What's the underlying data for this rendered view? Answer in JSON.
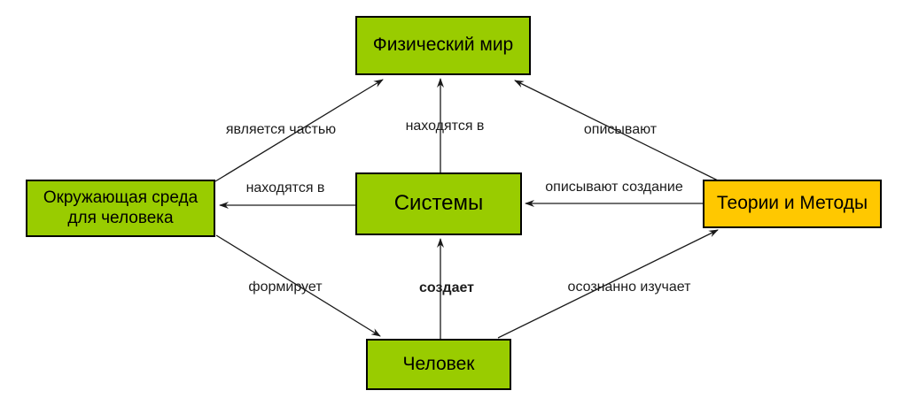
{
  "diagram": {
    "title": "Concept map: systems, physical world, environment, human, theories",
    "colors": {
      "node_green": "#99CC00",
      "node_orange": "#FFC800",
      "border": "#000000",
      "arrow": "#1a1a1a",
      "background": "#FFFFFF"
    },
    "nodes": [
      {
        "id": "physical-world",
        "label": "Физический мир",
        "fill": "node_green"
      },
      {
        "id": "environment",
        "label": "Окружающая среда для человека",
        "fill": "node_green"
      },
      {
        "id": "systems",
        "label": "Системы",
        "fill": "node_green"
      },
      {
        "id": "theories",
        "label": "Теории и Методы",
        "fill": "node_orange"
      },
      {
        "id": "human",
        "label": "Человек",
        "fill": "node_green"
      }
    ],
    "edges": [
      {
        "label": "является частью",
        "from": "environment",
        "to": "physical-world"
      },
      {
        "label": "находятся в",
        "from": "systems",
        "to": "physical-world"
      },
      {
        "label": "описывают",
        "from": "theories",
        "to": "physical-world"
      },
      {
        "label": "находятся в",
        "from": "systems",
        "to": "environment"
      },
      {
        "label": "описывают создание",
        "from": "theories",
        "to": "systems"
      },
      {
        "label": "формирует",
        "from": "environment",
        "to": "human"
      },
      {
        "label": "создает",
        "from": "human",
        "to": "systems",
        "bold": true
      },
      {
        "label": "осознанно изучает",
        "from": "human",
        "to": "theories"
      }
    ]
  }
}
